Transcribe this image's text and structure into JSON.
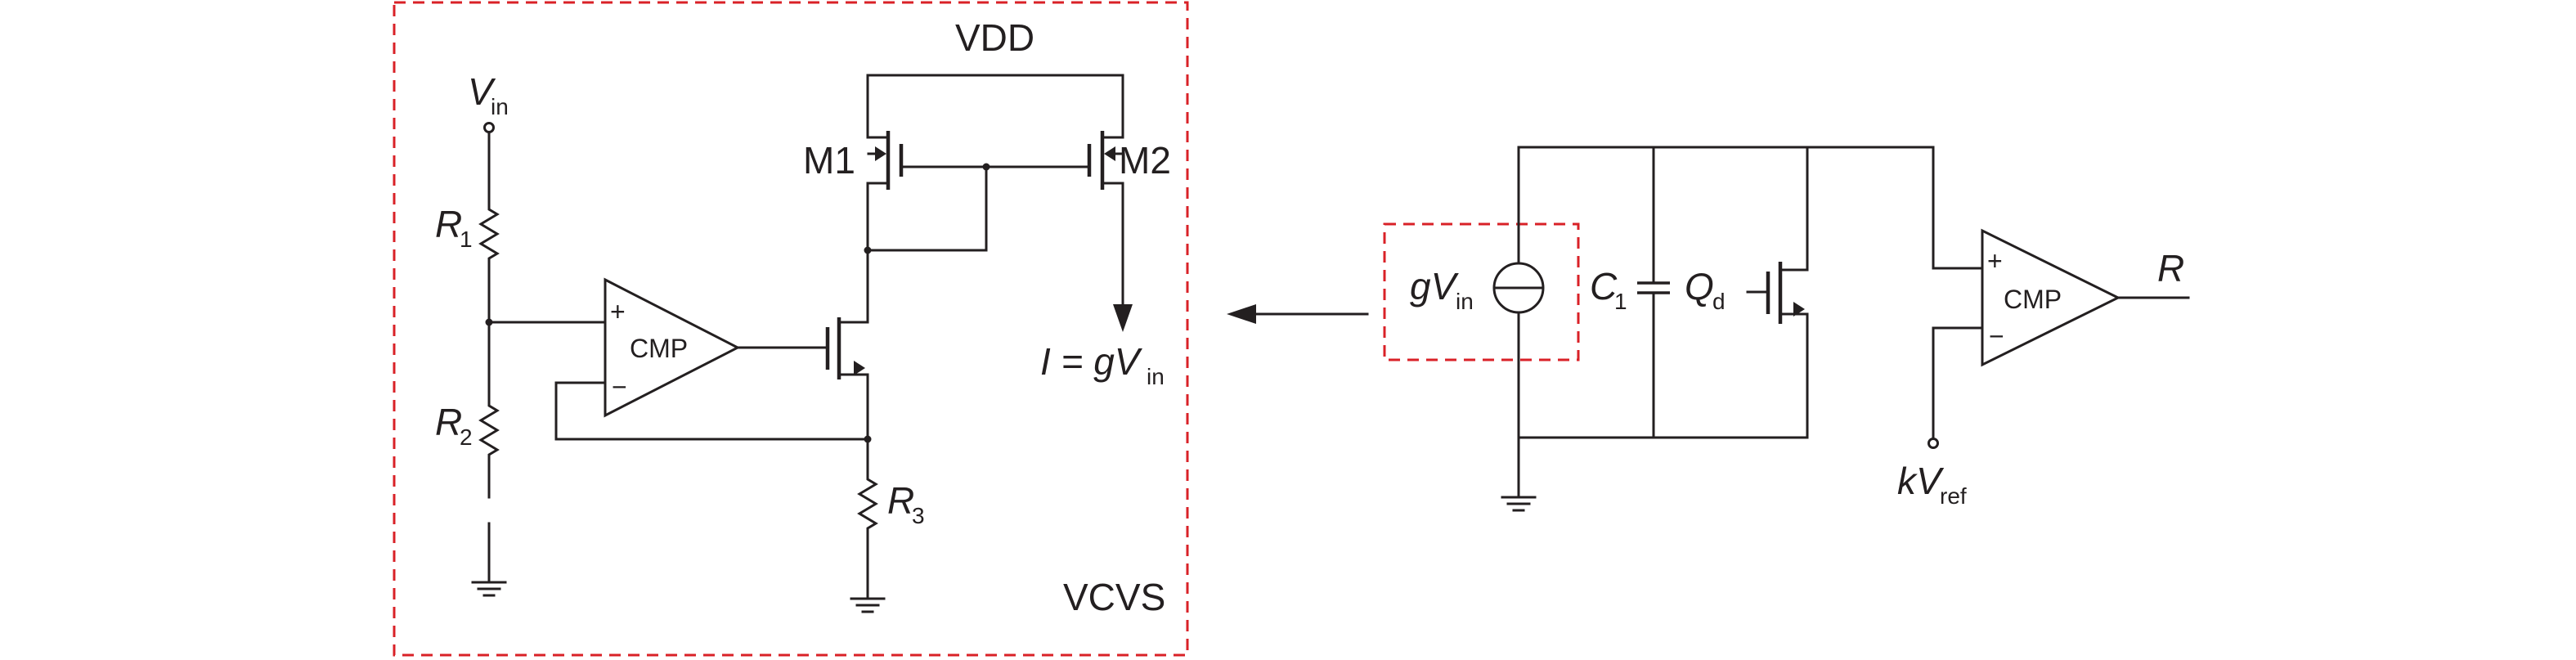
{
  "vcvs": {
    "box_label": "VCVS",
    "supply_label": "VDD",
    "input": {
      "symbol": "V",
      "sub": "in"
    },
    "resistors": [
      {
        "symbol": "R",
        "sub": "1"
      },
      {
        "symbol": "R",
        "sub": "2"
      },
      {
        "symbol": "R",
        "sub": "3"
      }
    ],
    "transistors": {
      "left": "M1",
      "right": "M2"
    },
    "comparator_label": "CMP",
    "comparator_plus": "+",
    "comparator_minus": "−",
    "output_current": {
      "lhs": "I = gV",
      "sub": "in"
    }
  },
  "integrator": {
    "source": {
      "symbol": "gV",
      "sub": "in"
    },
    "capacitor": {
      "symbol": "C",
      "sub": "1"
    },
    "reset_transistor": {
      "symbol": "Q",
      "sub": "d"
    },
    "comparator_label": "CMP",
    "comparator_plus": "+",
    "comparator_minus": "−",
    "reference": {
      "symbol": "kV",
      "sub": "ref"
    },
    "output": "R"
  },
  "colors": {
    "wire": "#231f20",
    "highlight_box": "#d92127"
  }
}
